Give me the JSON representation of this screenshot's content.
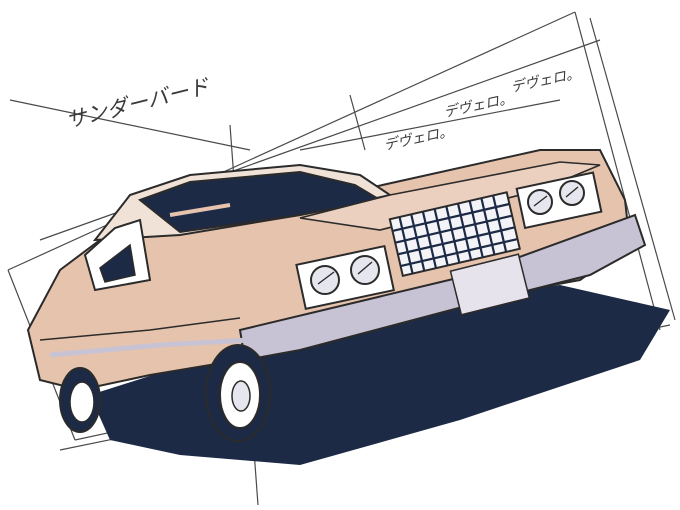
{
  "annotations": {
    "title": "サンダーバード",
    "note_1": "デヴェロ。",
    "note_2": "デヴェロ。",
    "note_3": "デヴェロ。"
  },
  "colors": {
    "paper": "#ffffff",
    "ink": "#2b2b2b",
    "body_tan": "#e6c3ad",
    "shadow_navy": "#1d2a45",
    "chrome_lavender": "#c8c3d4"
  },
  "icons": [
    "car-sketch",
    "perspective-lines"
  ]
}
